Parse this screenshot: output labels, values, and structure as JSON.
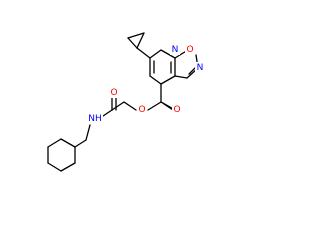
{
  "molecule": {
    "atom_labels": {
      "pyridine_n": "N",
      "isoxazole_o": "O",
      "isoxazole_n": "N",
      "ester_o_carbonyl": "O",
      "ester_o_link": "O",
      "amide_o": "O",
      "amide_nh": "NH"
    },
    "colors": {
      "bond": "#000000",
      "nitrogen": "#0000ff",
      "oxygen": "#ff0000",
      "background": "#ffffff"
    }
  }
}
